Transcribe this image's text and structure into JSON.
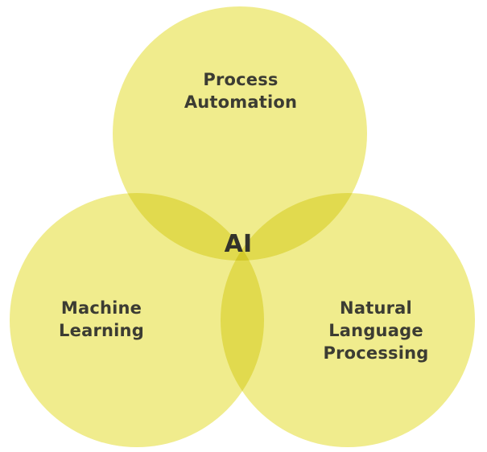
{
  "diagram": {
    "type": "venn",
    "center": {
      "label": "AI"
    },
    "sets": [
      {
        "name": "process-automation",
        "label": "Process\nAutomation"
      },
      {
        "name": "machine-learning",
        "label": "Machine\nLearning"
      },
      {
        "name": "natural-language-processing",
        "label": "Natural\nLanguage\nProcessing"
      }
    ],
    "colors": {
      "circle_fill": "#f0ec8d",
      "overlap_fill": "#e7e260",
      "text": "#3c3c33",
      "background": "#ffffff"
    }
  }
}
